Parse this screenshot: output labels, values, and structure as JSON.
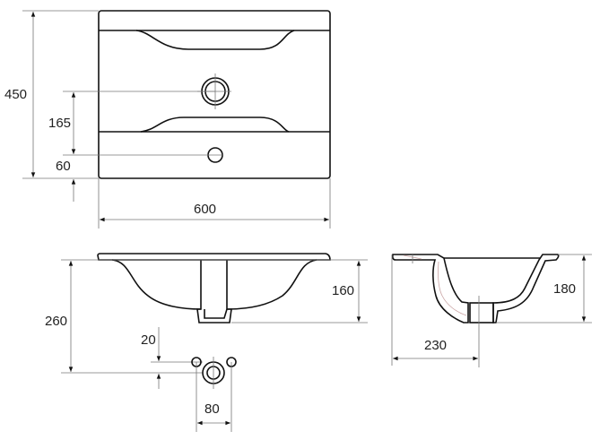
{
  "top_view": {
    "dim_depth": "450",
    "dim_overflow_height": "165",
    "dim_tap_hole_offset": "60",
    "dim_width": "600"
  },
  "front_view": {
    "dim_total_height": "260",
    "dim_basin_height": "160",
    "dim_hole_offset": "20",
    "dim_hole_spacing": "80"
  },
  "side_view": {
    "dim_height": "180",
    "dim_drain_distance": "230"
  }
}
